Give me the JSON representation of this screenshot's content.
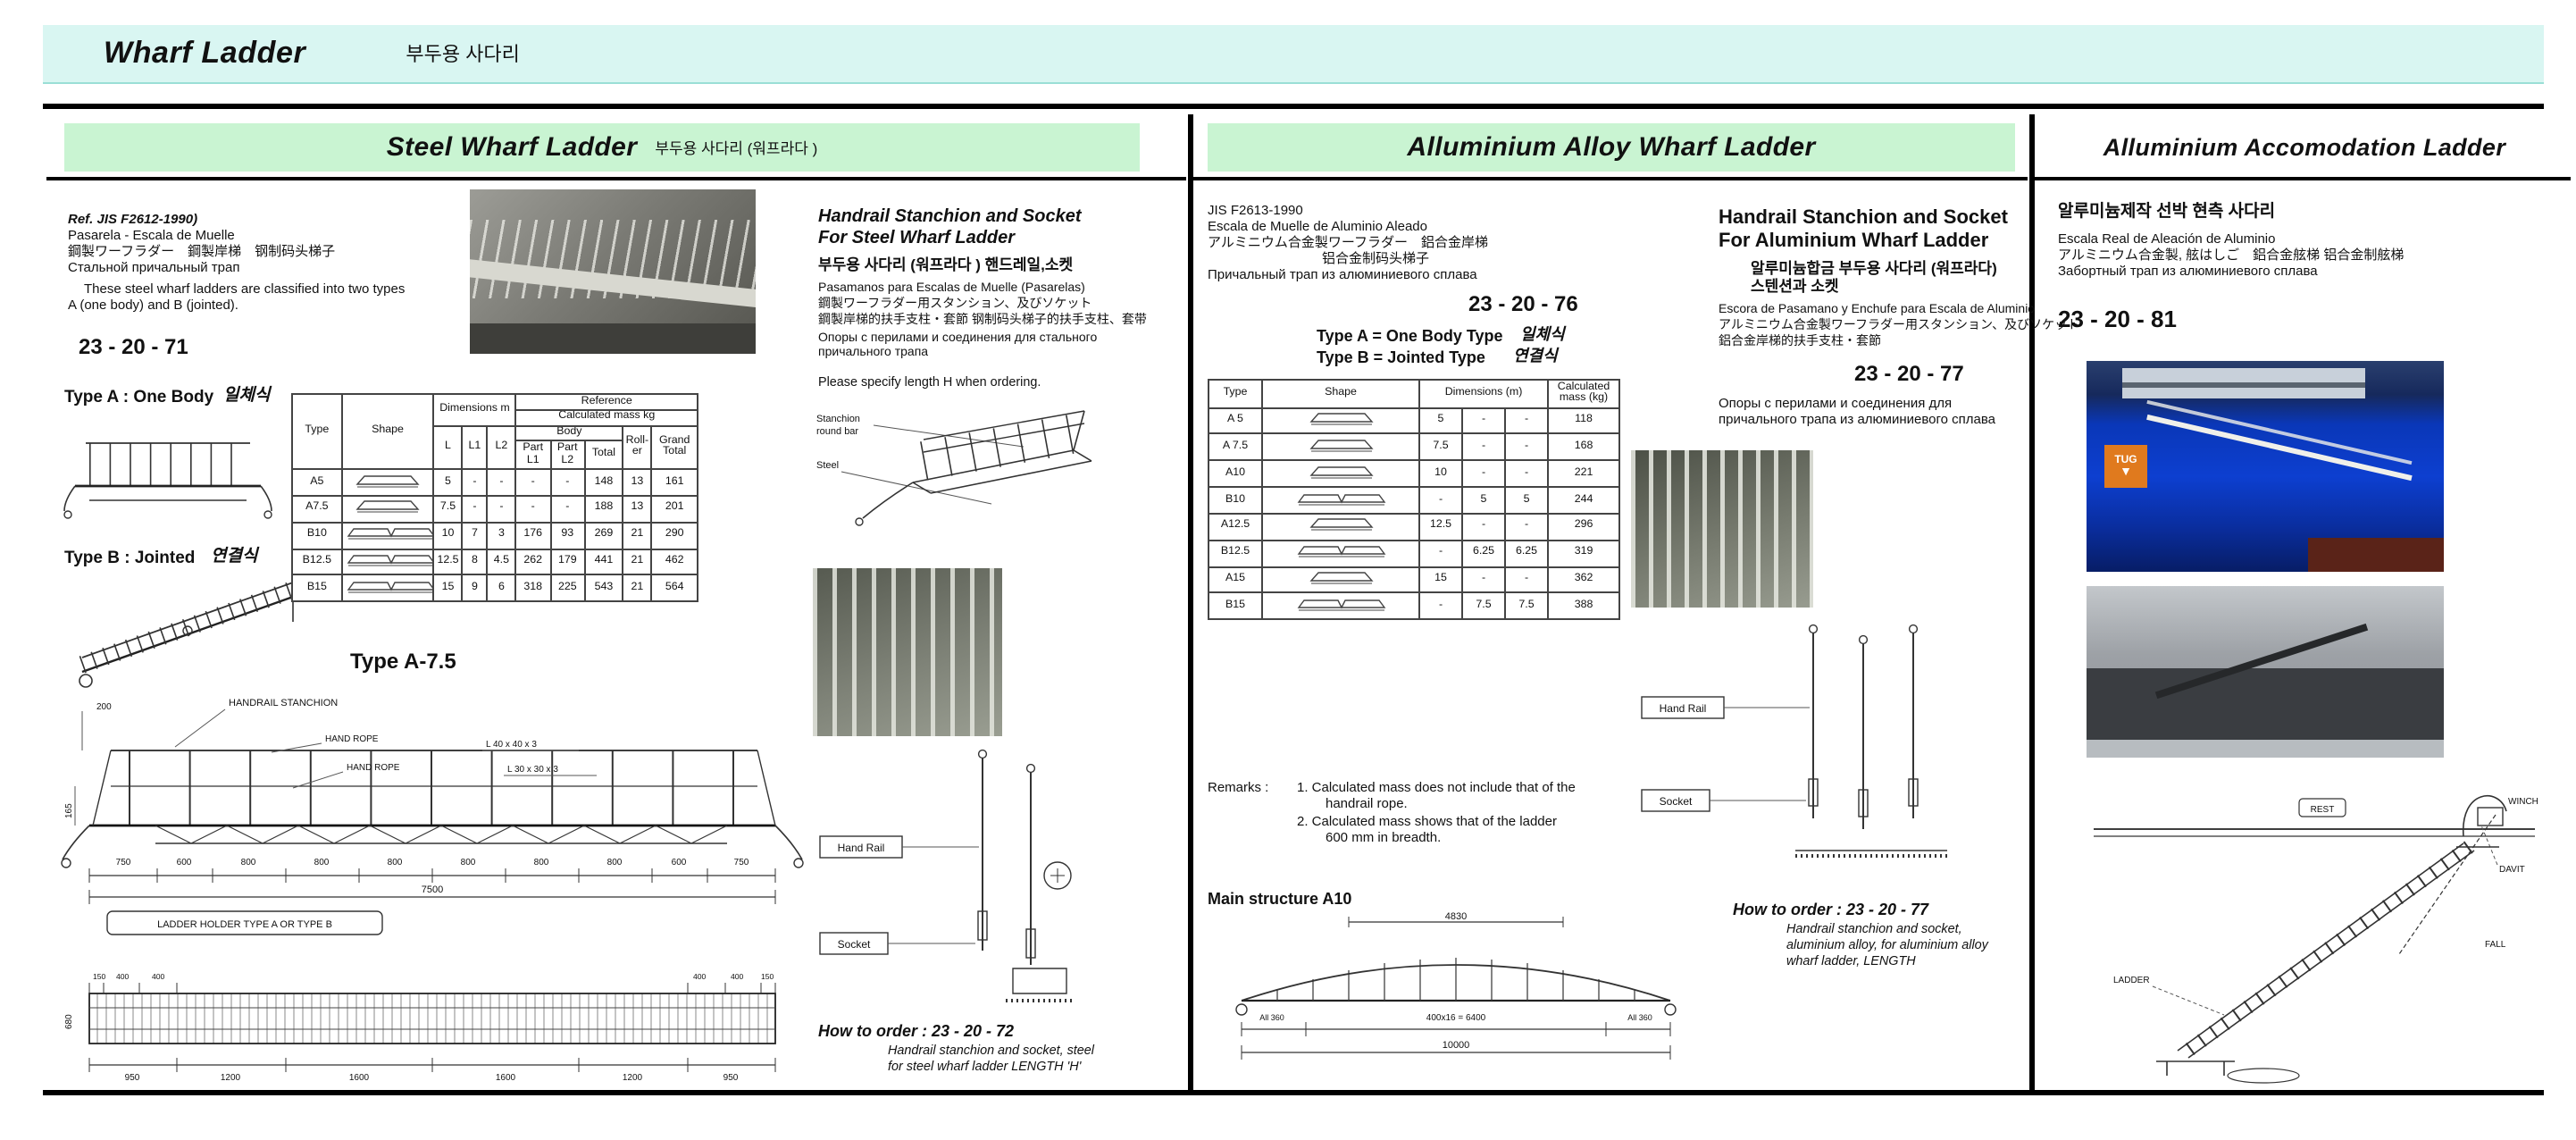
{
  "page": {
    "title": "Wharf Ladder",
    "title_kr": "부두용 사다리"
  },
  "steel": {
    "header": "Steel Wharf Ladder",
    "header_sub": "부두용 사다리 (워프라다 )",
    "ref": "Ref. JIS F2612-1990)",
    "name_es": "Pasarela - Escala de Muelle",
    "name_cjk": "鋼製ワーフラダー　鋼製岸梯　钢制码头梯子",
    "name_ru": "Стальной причальный трап",
    "desc1": "These steel wharf ladders are classified into two types",
    "desc2": "A (one body) and B (jointed).",
    "order_no": "23 - 20 - 71",
    "type_a_label": "Type A : One Body",
    "type_a_kr": "일체식",
    "type_b_label": "Type B : Jointed",
    "type_b_kr": "연결식",
    "table": {
      "h_type": "Type",
      "h_shape": "Shape",
      "h_dims": "Dimensions m",
      "h_ref": "Reference",
      "h_calc": "Calculated mass    kg",
      "h_l": "L",
      "h_l1": "L1",
      "h_l2": "L2",
      "h_body": "Body",
      "h_roller": "Roll-er",
      "h_grand": "Grand Total",
      "h_part_l1": "Part L1",
      "h_part_l2": "Part L2",
      "h_total": "Total",
      "rows": [
        [
          "A5",
          "@A",
          "5",
          "-",
          "-",
          "-",
          "-",
          "148",
          "13",
          "161"
        ],
        [
          "A7.5",
          "@A",
          "7.5",
          "-",
          "-",
          "-",
          "-",
          "188",
          "13",
          "201"
        ],
        [
          "B10",
          "@B",
          "10",
          "7",
          "3",
          "176",
          "93",
          "269",
          "21",
          "290"
        ],
        [
          "B12.5",
          "@B",
          "12.5",
          "8",
          "4.5",
          "262",
          "179",
          "441",
          "21",
          "462"
        ],
        [
          "B15",
          "@B",
          "15",
          "9",
          "6",
          "318",
          "225",
          "543",
          "21",
          "564"
        ]
      ]
    },
    "drawing_title": "Type A-7.5",
    "drawing": {
      "dim_200": "200",
      "handrail_stanchion": "HANDRAIL STANCHION",
      "hand_rope": "HAND ROPE",
      "angle1": "L 40 x 40 x 3",
      "angle2": "L 30 x 30 x 3",
      "dim_165": "165",
      "dims_bottom": [
        "750",
        "600",
        "800",
        "800",
        "800",
        "800",
        "800",
        "800",
        "600",
        "750"
      ],
      "dim_total": "7500",
      "holder": "LADDER HOLDER TYPE A OR TYPE B",
      "plan_left": [
        "150",
        "400",
        "400"
      ],
      "plan_right": [
        "400",
        "400",
        "150"
      ],
      "dim_680": "680",
      "plan_bottom": [
        "950",
        "1200",
        "1600",
        "1600",
        "1200",
        "950"
      ]
    },
    "stanchion": {
      "title1": "Handrail Stanchion  and Socket",
      "title2": "For Steel Wharf Ladder",
      "kr": "부두용 사다리 (워프라다 ) 핸드레일,소켓",
      "es": "Pasamanos para Escalas de Muelle (Pasarelas)",
      "jp": "鋼製ワーフラダー用スタンション、及びソケット",
      "cn": "鋼製岸梯的扶手支柱・套節  钢制码头梯子的扶手支柱、套带",
      "ru1": "Опоры с перилами и соединения для стального",
      "ru2": "причального трапа",
      "note": "Please specify length H when ordering.",
      "lbl_stanchion": "Stanchion",
      "lbl_round_bar": "round bar",
      "lbl_steel": "Steel",
      "lbl_hand_rail": "Hand Rail",
      "lbl_socket": "Socket",
      "order": "How to order : 23 - 20 - 72",
      "order_desc1": "Handrail stanchion and socket, steel",
      "order_desc2": "for steel wharf ladder LENGTH 'H'"
    }
  },
  "alu": {
    "header": "Alluminium Alloy Wharf Ladder",
    "jis": "JIS F2613-1990",
    "es": "Escala de Muelle de Aluminio Aleado",
    "jp": "アルミニウム合金製ワーフラダー　鋁合金岸梯",
    "cn": "铝合金制码头梯子",
    "ru": "Причальный трап из алюминиевого сплава",
    "order_no": "23 - 20 - 76",
    "type_a": "Type A = One Body Type",
    "type_a_kr": "일체식",
    "type_b": "Type B = Jointed Type",
    "type_b_kr": "연결식",
    "table": {
      "h_type": "Type",
      "h_shape": "Shape",
      "h_dims": "Dimensions (m)",
      "h_mass": "Calculated mass (kg)",
      "rows": [
        [
          "A 5",
          "@A",
          "5",
          "-",
          "-",
          "118"
        ],
        [
          "A 7.5",
          "@A",
          "7.5",
          "-",
          "-",
          "168"
        ],
        [
          "A10",
          "@A",
          "10",
          "-",
          "-",
          "221"
        ],
        [
          "B10",
          "@B",
          "-",
          "5",
          "5",
          "244"
        ],
        [
          "A12.5",
          "@A",
          "12.5",
          "-",
          "-",
          "296"
        ],
        [
          "B12.5",
          "@B",
          "-",
          "6.25",
          "6.25",
          "319"
        ],
        [
          "A15",
          "@A",
          "15",
          "-",
          "-",
          "362"
        ],
        [
          "B15",
          "@B",
          "-",
          "7.5",
          "7.5",
          "388"
        ]
      ]
    },
    "remarks_label": "Remarks :",
    "remark1a": "1.   Calculated mass does not include that of the",
    "remark1b": "handrail rope.",
    "remark2a": "2.   Calculated mass shows that of the ladder",
    "remark2b": "600 mm in breadth.",
    "main_structure": "Main structure A10",
    "ms": {
      "d4830": "4830",
      "all360_l": "All 360",
      "d6400": "400x16 = 6400",
      "all360_r": "All 360",
      "d10000": "10000"
    },
    "stanchion": {
      "title1": "Handrail Stanchion and Socket",
      "title2": "For Aluminium Wharf Ladder",
      "kr1": "알루미늄합금 부두용 사다리 (워프라다)",
      "kr2": "스텐션과 소켓",
      "es": "Escora de Pasamano y Enchufe para Escala de Aluminio",
      "jp": "アルミニウム合金製ワーフラダー用スタンション、及びソケット",
      "cn": "鋁合金岸梯的扶手支柱・套節",
      "order_no": "23 - 20 - 77",
      "ru1": "Опоры с перилами и соединения для",
      "ru2": "причального трапа из алюминиевого сплава",
      "lbl_hand_rail": "Hand Rail",
      "lbl_socket": "Socket",
      "order": "How to order : 23 - 20 - 77",
      "order_desc1": "Handrail stanchion and socket,",
      "order_desc2": "aluminium alloy, for aluminium alloy",
      "order_desc3": "wharf ladder, LENGTH"
    }
  },
  "accom": {
    "header": "Alluminium Accomodation Ladder",
    "kr": "알루미늄제작 선박 현측 사다리",
    "es": "Escala Real de Aleación de Aluminio",
    "cjk": "アルミニウム合金製, 舷はしご　鋁合金舷梯 铝合金制舷梯",
    "ru": "Забортный трап из алюминиевого сплава",
    "order_no": "23 - 20 - 81",
    "photo1_label": "TUG",
    "labels": {
      "rest": "REST",
      "winch": "WINCH",
      "davit": "DAVIT",
      "fall": "FALL",
      "ladder": "LADDER"
    }
  }
}
